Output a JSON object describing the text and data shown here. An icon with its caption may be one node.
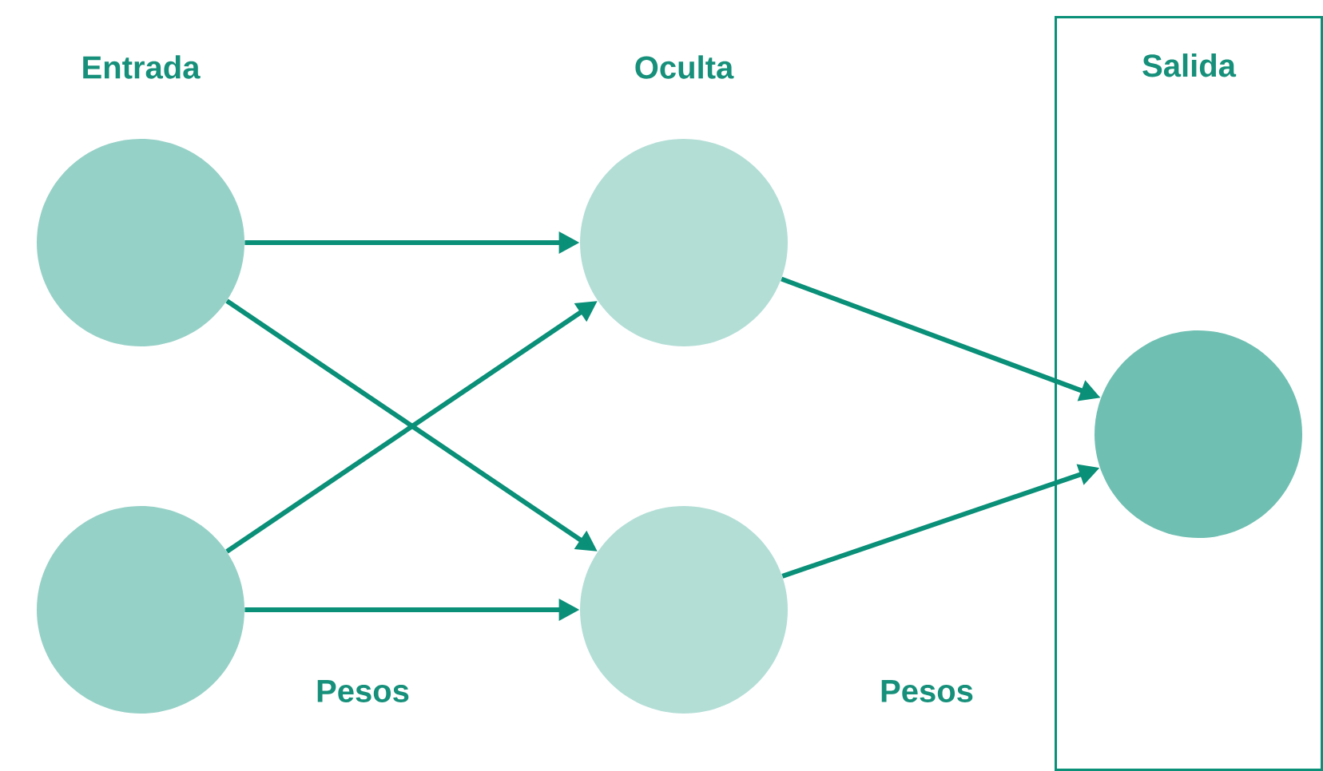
{
  "diagram": {
    "nodes": [
      {
        "text": [],
        "shape": "circle"
      },
      {
        "text": [],
        "shape": "circle"
      },
      {
        "text": [],
        "shape": "circle"
      },
      {
        "text": [],
        "shape": "circle"
      },
      {
        "text": [
          "Salida"
        ]
      },
      {
        "text": [],
        "shape": "circle",
        "in": 4
      }
    ],
    "edges": [
      {
        "from": 0,
        "to": 2,
        "arrow": "to"
      },
      {
        "from": 0,
        "to": 3,
        "arrow": "to"
      },
      {
        "from": 1,
        "to": 2,
        "arrow": "to"
      },
      {
        "from": 1,
        "to": 3,
        "arrow": "to"
      },
      {
        "from": 2,
        "to": 5,
        "arrow": "to"
      },
      {
        "from": 3,
        "to": 5,
        "arrow": "to"
      }
    ],
    "labels": [
      "Entrada",
      "Oculta",
      "Pesos",
      "Pesos"
    ]
  }
}
